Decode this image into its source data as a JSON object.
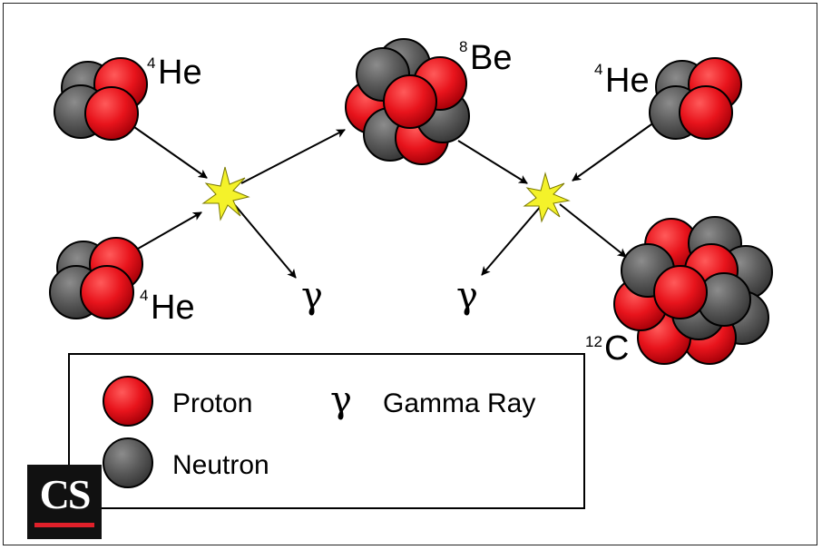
{
  "nuclei": {
    "he_top_left": {
      "mass": "4",
      "symbol": "He"
    },
    "he_bottom_left": {
      "mass": "4",
      "symbol": "He"
    },
    "be": {
      "mass": "8",
      "symbol": "Be"
    },
    "he_right": {
      "mass": "4",
      "symbol": "He"
    },
    "c": {
      "mass": "12",
      "symbol": "C"
    }
  },
  "gamma_symbol": "γ",
  "legend": {
    "proton_label": "Proton",
    "neutron_label": "Neutron",
    "gamma_symbol": "γ",
    "gamma_label": "Gamma Ray"
  },
  "logo": {
    "text": "CS"
  },
  "colors": {
    "proton": "#e8141c",
    "neutron": "#5a5a5a",
    "flash": "#f4f22a"
  }
}
